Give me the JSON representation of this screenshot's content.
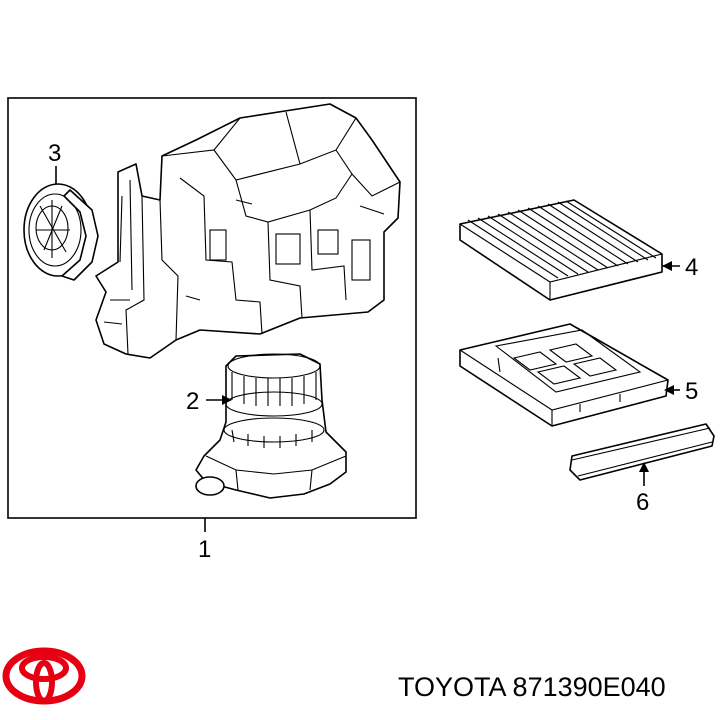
{
  "callouts": {
    "c1": "1",
    "c2": "2",
    "c3": "3",
    "c4": "4",
    "c5": "5",
    "c6": "6"
  },
  "footer": {
    "brand": "TOYOTA",
    "part_number": "871390E040"
  },
  "logo": {
    "name": "toyota-logo",
    "color": "#e60012"
  }
}
